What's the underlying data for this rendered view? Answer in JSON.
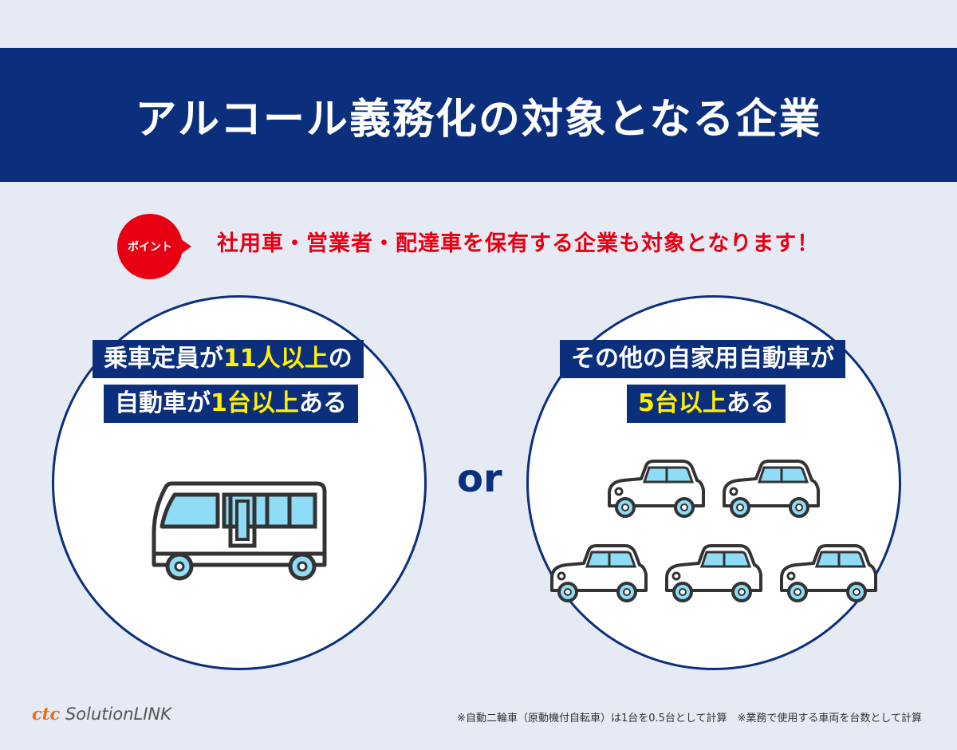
{
  "title": "アルコール義務化の対象となる企業",
  "point": {
    "badge": "ポイント",
    "text": "社用車・営業者・配達車を保有する企業も対象となります！"
  },
  "left_circle": {
    "line1_a": "乗車定員が",
    "line1_hl": "11人以上",
    "line1_b": "の",
    "line2_a": "自動車が",
    "line2_hl": "1台以上",
    "line2_b": "ある",
    "icon": "bus-icon"
  },
  "or_text": "or",
  "right_circle": {
    "line1": "その他の自家用自動車が",
    "line2_hl": "5台以上",
    "line2_b": "ある",
    "icon": "car-icon"
  },
  "footer": {
    "logo_ctc": "ctc",
    "logo_rest": "SolutionLINK",
    "note": "※自動二輪車（原動機付自転車）は1台を0.5台として計算　※業務で使用する車両を台数として計算"
  },
  "colors": {
    "navy": "#0b2f7c",
    "red": "#e60012",
    "yellow": "#fff200",
    "window": "#8fdcf6"
  }
}
